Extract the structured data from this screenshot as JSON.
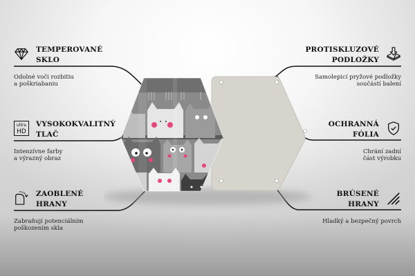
{
  "features": {
    "left": [
      {
        "title_line1": "TEMPEROVANÉ",
        "title_line2": "SKLO",
        "desc_line1": "Odolné voči rozbitiu",
        "desc_line2": "a poškriabaniu",
        "icon": "diamond-icon"
      },
      {
        "title_line1": "VYSOKOKVALITNÝ",
        "title_line2": "TLAČ",
        "desc_line1": "Intenzívne farby",
        "desc_line2": "a výrazný obraz",
        "icon": "ultra-hd-icon",
        "icon_text_top": "ultra",
        "icon_text_bottom": "HD"
      },
      {
        "title_line1": "ZAOBLENÉ",
        "title_line2": "HRANY",
        "desc_line1": "Zabraňují potenciálním",
        "desc_line2": "poškozením skla",
        "icon": "rounded-corner-icon"
      }
    ],
    "right": [
      {
        "title_line1": "PROTISKLUZOVÉ",
        "title_line2": "PODLOŽKY",
        "desc_line1": "Samolepicí pryžové podložky",
        "desc_line2": "součástí balení",
        "icon": "anti-slip-pad-icon"
      },
      {
        "title_line1": "OCHRANNÁ",
        "title_line2": "FÓLIA",
        "desc_line1": "Chrání zadní",
        "desc_line2": "část výrobku",
        "icon": "shield-check-icon"
      },
      {
        "title_line1": "BRÚSENÉ",
        "title_line2": "HRANY",
        "desc_line1": "Hladký a bezpečný povrch",
        "desc_line2": "",
        "icon": "ground-edge-icon"
      }
    ]
  },
  "product": {
    "front": "hexagon-coaster-gray-cats-pattern",
    "back": "hexagon-coaster-back-beige"
  },
  "colors": {
    "back_panel": "#d5d3cc",
    "ink": "#111111",
    "cheek_pink": "#e8457a"
  }
}
